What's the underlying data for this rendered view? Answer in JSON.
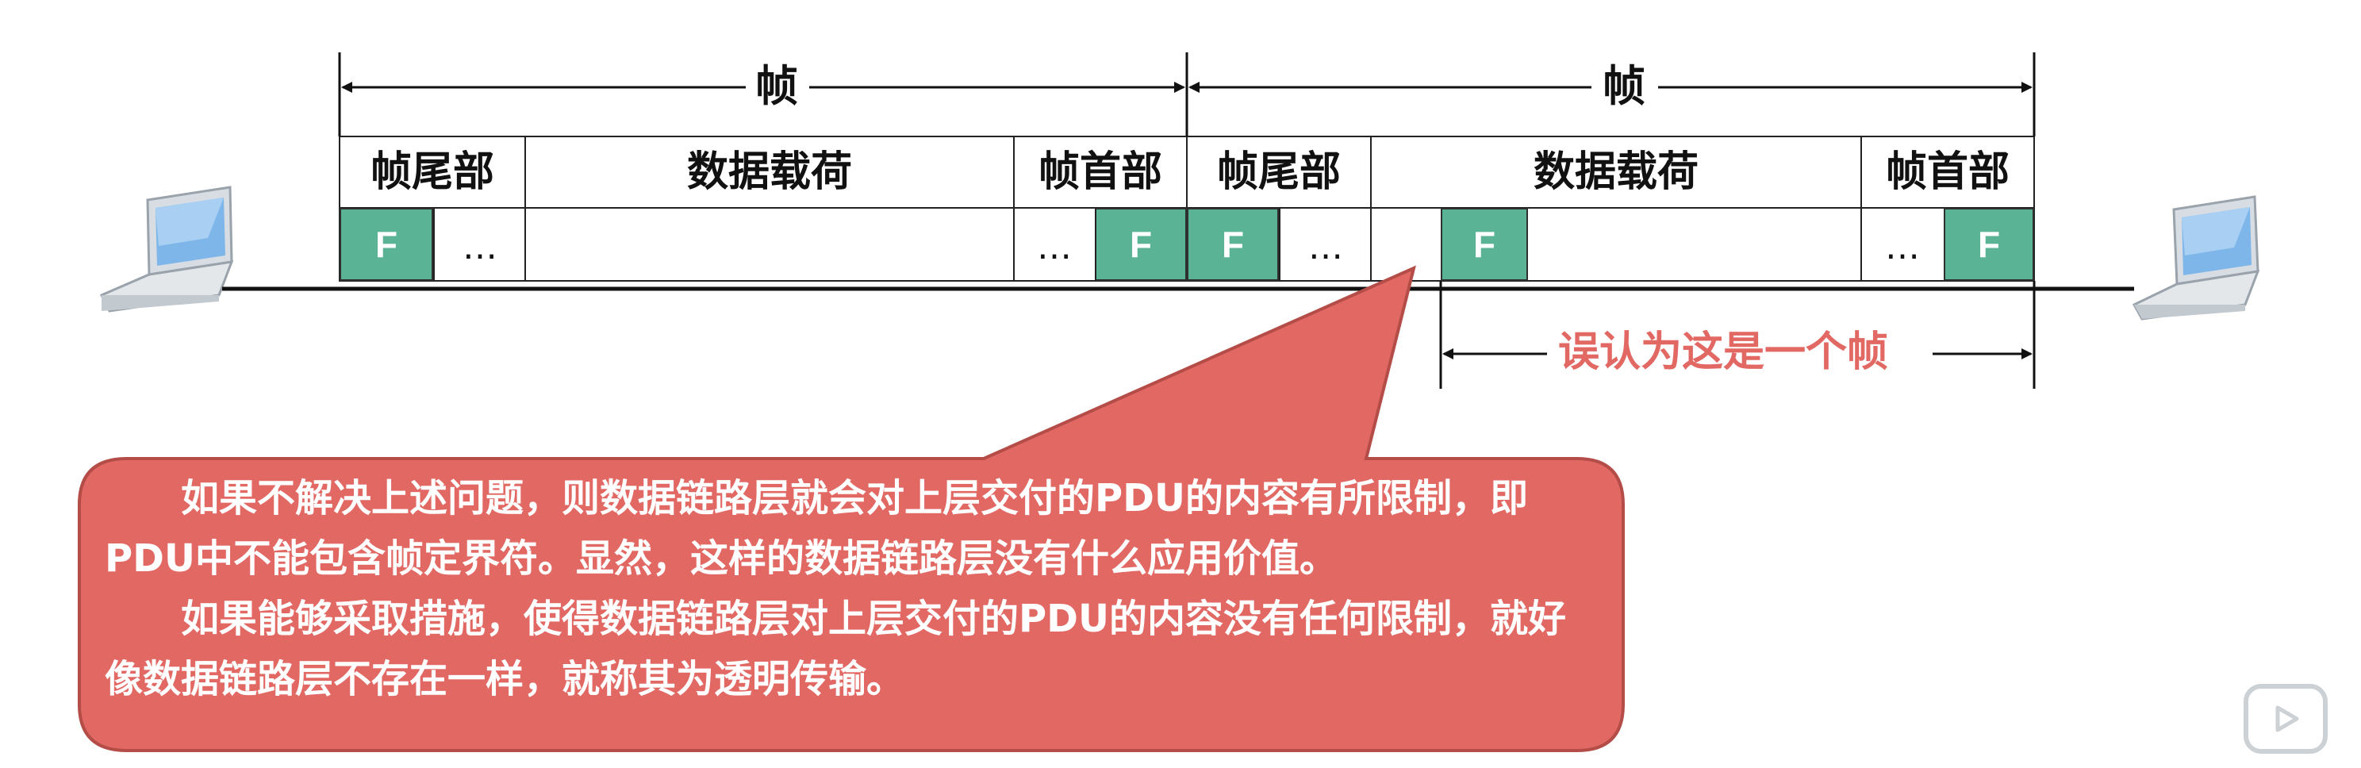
{
  "frames": {
    "left_frame_label": "帧",
    "right_frame_label": "帧",
    "left": {
      "trailer": "帧尾部",
      "payload": "数据载荷",
      "header": "帧首部"
    },
    "right": {
      "trailer": "帧尾部",
      "payload": "数据载荷",
      "header": "帧首部"
    },
    "flag": "F",
    "ellipsis": "…"
  },
  "misinterpret_label": "误认为这是一个帧",
  "callout": {
    "paragraph1": "如果不解决上述问题，则数据链路层就会对上层交付的PDU的内容有所限制，即PDU中不能包含帧定界符。显然，这样的数据链路层没有什么应用价值。",
    "paragraph2": "如果能够采取措施，使得数据链路层对上层交付的PDU的内容没有任何限制，就好像数据链路层不存在一样，就称其为透明传输。"
  },
  "colors": {
    "flag_fill": "#5bb396",
    "callout_fill": "#e26864",
    "callout_border": "#b44c48",
    "mislabel_text": "#e26864"
  },
  "icons": [
    "laptop-icon",
    "laptop-icon",
    "play-icon"
  ]
}
